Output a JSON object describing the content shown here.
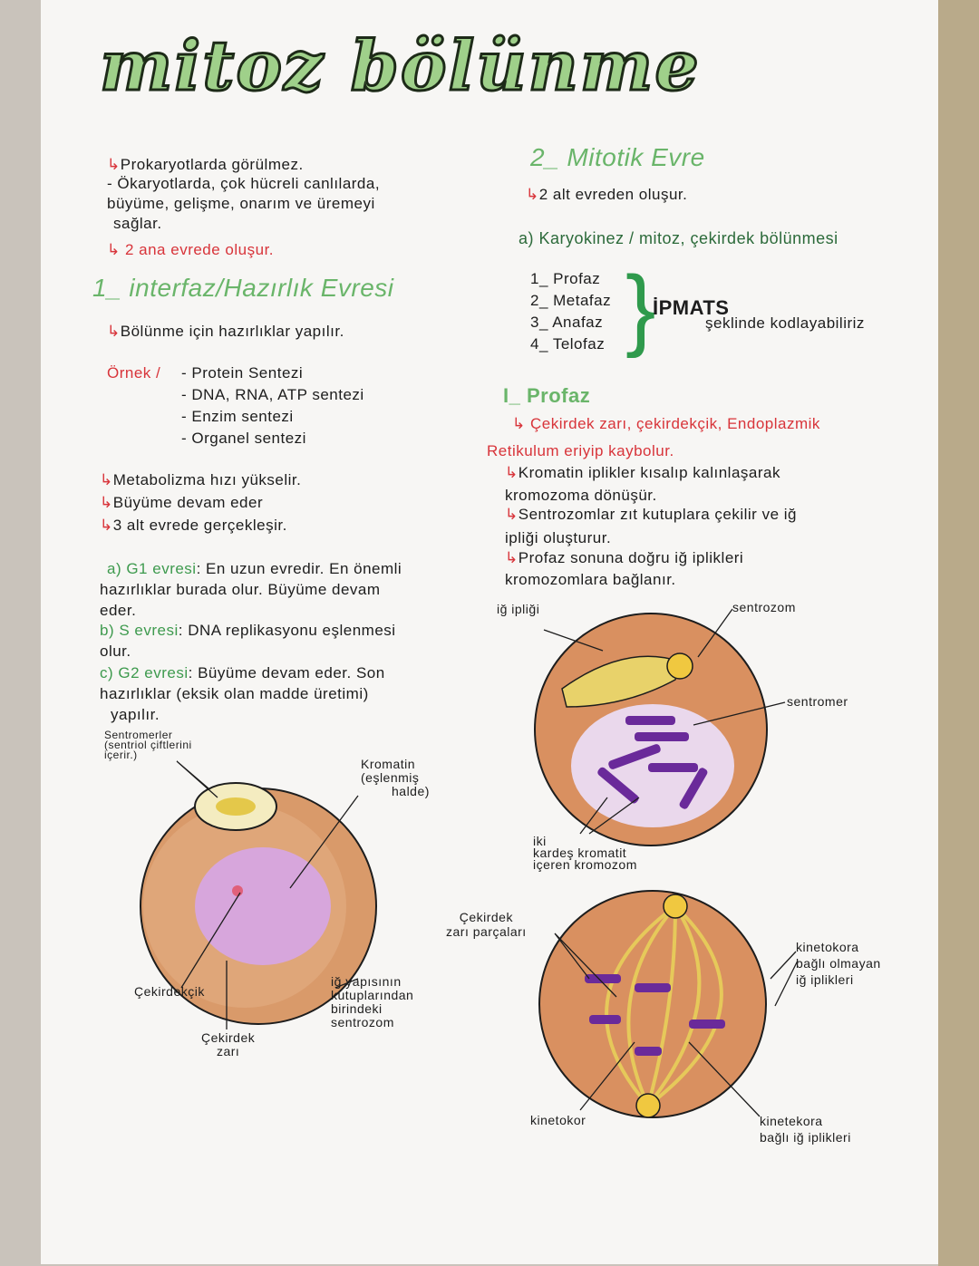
{
  "title": "mitoz bölünme",
  "left": {
    "intro": [
      "Prokaryotlarda görülmez.",
      "- Ökaryotlarda, çok hücreli canlılarda,",
      "büyüme, gelişme, onarım ve üremeyi",
      "sağlar."
    ],
    "intro_red": "2 ana evrede oluşur.",
    "heading1": "1_ interfaz/Hazırlık Evresi",
    "prep": "Bölünme için hazırlıklar yapılır.",
    "example_label": "Örnek /",
    "examples": [
      "- Protein Sentezi",
      "- DNA, RNA, ATP sentezi",
      "- Enzim sentezi",
      "- Organel sentezi"
    ],
    "bullets": [
      "Metabolizma hızı yükselir.",
      "Büyüme devam eder",
      "3 alt evrede gerçekleşir."
    ],
    "g1_label": "a) G1 evresi",
    "g1_text": [
      ": En uzun evredir. En önemli",
      "hazırlıklar burada olur. Büyüme devam",
      "eder."
    ],
    "s_label": "b) S evresi",
    "s_text": [
      ": DNA replikasyonu eşlenmesi",
      "olur."
    ],
    "g2_label": "c) G2 evresi",
    "g2_text": [
      ": Büyüme devam eder. Son",
      "hazırlıklar (eksik olan madde üretimi)",
      "yapılır."
    ],
    "diagram_labels": {
      "sentromerler": [
        "Sentromerler",
        "(sentriol çiftlerini",
        "içerir.)"
      ],
      "kromatin": [
        "Kromatin",
        "(eşlenmiş",
        "halde)"
      ],
      "cekirdekcik": "Çekirdekçik",
      "cekirdek_zari": [
        "Çekirdek",
        "zarı"
      ],
      "sentrozom": [
        "iğ yapısının",
        "kutuplarından",
        "birindeki",
        "sentrozom"
      ]
    }
  },
  "right": {
    "heading2": "2_ Mitotik Evre",
    "sub": "2 alt evreden oluşur.",
    "karyo": "a) Karyokinez / mitoz, çekirdek bölünmesi",
    "phases": [
      "1_ Profaz",
      "2_ Metafaz",
      "3_ Anafaz",
      "4_ Telofaz"
    ],
    "mnemonic": "İPMATS",
    "mnemonic_note": "şeklinde kodlayabiliriz",
    "profaz_heading": "I_ Profaz",
    "profaz_red": [
      "Çekirdek zarı, çekirdekçik, Endoplazmik",
      "Retikulum eriyip kaybolur."
    ],
    "profaz_points": [
      [
        "Kromatin iplikler kısalıp kalınlaşarak",
        "kromozoma dönüşür."
      ],
      [
        "Sentrozomlar zıt kutuplara çekilir ve iğ",
        "ipliği oluşturur."
      ],
      [
        "Profaz sonuna doğru iğ iplikleri",
        "kromozomlara bağlanır."
      ]
    ],
    "diagram_labels": {
      "ig_ipligi": "iğ ipliği",
      "sentrozom": "sentrozom",
      "sentromer": "sentromer",
      "kromozom": [
        "iki",
        "kardeş kromatit",
        "içeren kromozom"
      ],
      "zar_parcalari": [
        "Çekirdek",
        "zarı parçaları"
      ],
      "bagli_olmayan": [
        "kinetokora",
        "bağlı olmayan",
        "iğ iplikleri"
      ],
      "kinetokor": "kinetokor",
      "bagli": [
        "kinetekora",
        "bağlı iğ iplikleri"
      ]
    }
  }
}
